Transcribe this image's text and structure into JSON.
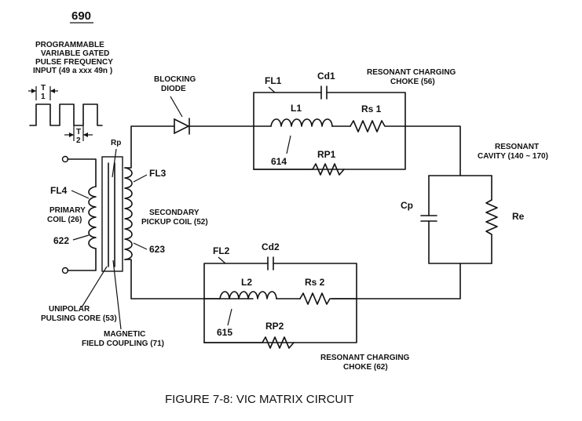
{
  "figure_number": "690",
  "caption": "FIGURE 7-8: VIC MATRIX CIRCUIT",
  "input_label": [
    "PROGRAMMABLE",
    "VARIABLE GATED",
    "PULSE FREQUENCY",
    "INPUT (49 a xxx 49n )"
  ],
  "pulse_marks": {
    "t1_top": "T",
    "t1_bottom": "1",
    "t2_top": "T",
    "t2_bottom": "2"
  },
  "blocking_diode": [
    "BLOCKING",
    "DIODE"
  ],
  "primary_coil": [
    "PRIMARY",
    "COIL (26)"
  ],
  "secondary_coil": [
    "SECONDARY",
    "PICKUP COIL (52)"
  ],
  "core": [
    "UNIPOLAR",
    "PULSING CORE (53)"
  ],
  "magnetic": [
    "MAGNETIC",
    "FIELD COUPLING (71)"
  ],
  "resonant_choke_1": [
    "RESONANT CHARGING",
    "CHOKE (56)"
  ],
  "resonant_choke_2": [
    "RESONANT CHARGING",
    "CHOKE (62)"
  ],
  "resonant_cavity": [
    "RESONANT",
    "CAVITY (140 ~ 170)"
  ],
  "labels": {
    "rp": "Rp",
    "fl1": "FL1",
    "fl2": "FL2",
    "fl3": "FL3",
    "fl4": "FL4",
    "cd1": "Cd1",
    "cd2": "Cd2",
    "l1": "L1",
    "l2": "L2",
    "rs1": "Rs 1",
    "rs2": "Rs 2",
    "rp1": "RP1",
    "rp2": "RP2",
    "n614": "614",
    "n615": "615",
    "n622": "622",
    "n623": "623",
    "cp": "Cp",
    "re": "Re"
  }
}
